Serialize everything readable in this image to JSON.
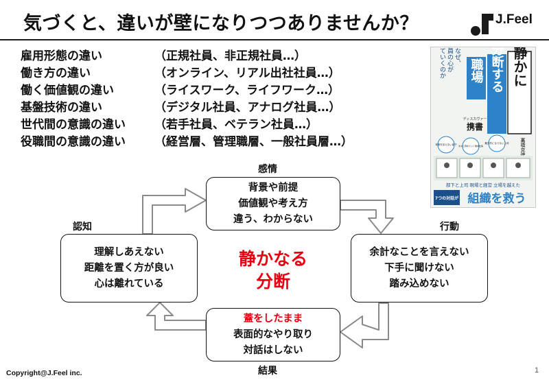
{
  "title": "気づくと、違いが壁になりつつありませんか？",
  "logo": {
    "text": "J.Feel"
  },
  "differences": [
    {
      "name": "雇用形態の違い",
      "examples": "（正規社員、非正規社員…）"
    },
    {
      "name": "働き方の違い",
      "examples": "（オンライン、リアル出社社員…）"
    },
    {
      "name": "働く価値観の違い",
      "examples": "（ライスワーク、ライフワーク…）"
    },
    {
      "name": "基盤技術の違い",
      "examples": "（デジタル社員、アナログ社員…）"
    },
    {
      "name": "世代間の意識の違い",
      "examples": "（若手社員、ベテラン社員…）"
    },
    {
      "name": "役職間の意識の違い",
      "examples": "（経営層、管理職層、一般社員層…）"
    }
  ],
  "book": {
    "title_main": "静かに分断する職場",
    "title_part1": "静かに",
    "title_part2": "分断する",
    "title_part3": "職場",
    "subtitle": "なぜ、社員の心が離れていくのか",
    "subtitle_col1": "なぜ、",
    "subtitle_col2": "社員の心が",
    "subtitle_col3": "離れていくのか",
    "series_small": "ディスカヴァー",
    "series": "携書",
    "author_prefix": "著",
    "author": "高橋克徳",
    "bubbles": [
      "本音を言えない部下",
      "次々と辞めていく優秀社員",
      "魅力的にならない上司"
    ],
    "tagline": "部下と上司 現場と経営 立場を越えた",
    "badge": "7つの対話が",
    "headline": "組織を救う",
    "colors": {
      "accent": "#2d82c8",
      "dark": "#1a4f8a",
      "badge": "#d6e9f7"
    }
  },
  "cycle": {
    "emotion": {
      "label": "感情",
      "lines": [
        "背景や前提",
        "価値観や考え方",
        "違う、わからない"
      ]
    },
    "action": {
      "label": "行動",
      "lines": [
        "余計なことを言えない",
        "下手に聞けない",
        "踏み込めない"
      ]
    },
    "result": {
      "label": "結果",
      "lines_red": [
        "蓋をしたまま"
      ],
      "lines": [
        "表面的なやり取り",
        "対話はしない"
      ]
    },
    "cognition": {
      "label": "認知",
      "lines": [
        "理解しあえない",
        "距離を置く方が良い",
        "心は離れている"
      ]
    },
    "center": [
      "静かなる",
      "分断"
    ]
  },
  "colors": {
    "accent_red": "#e60012",
    "arrow_fill": "#ffffff",
    "arrow_stroke": "#8a8a8a"
  },
  "footer": {
    "copyright": "Copyright@J.Feel inc.",
    "page": "1"
  }
}
